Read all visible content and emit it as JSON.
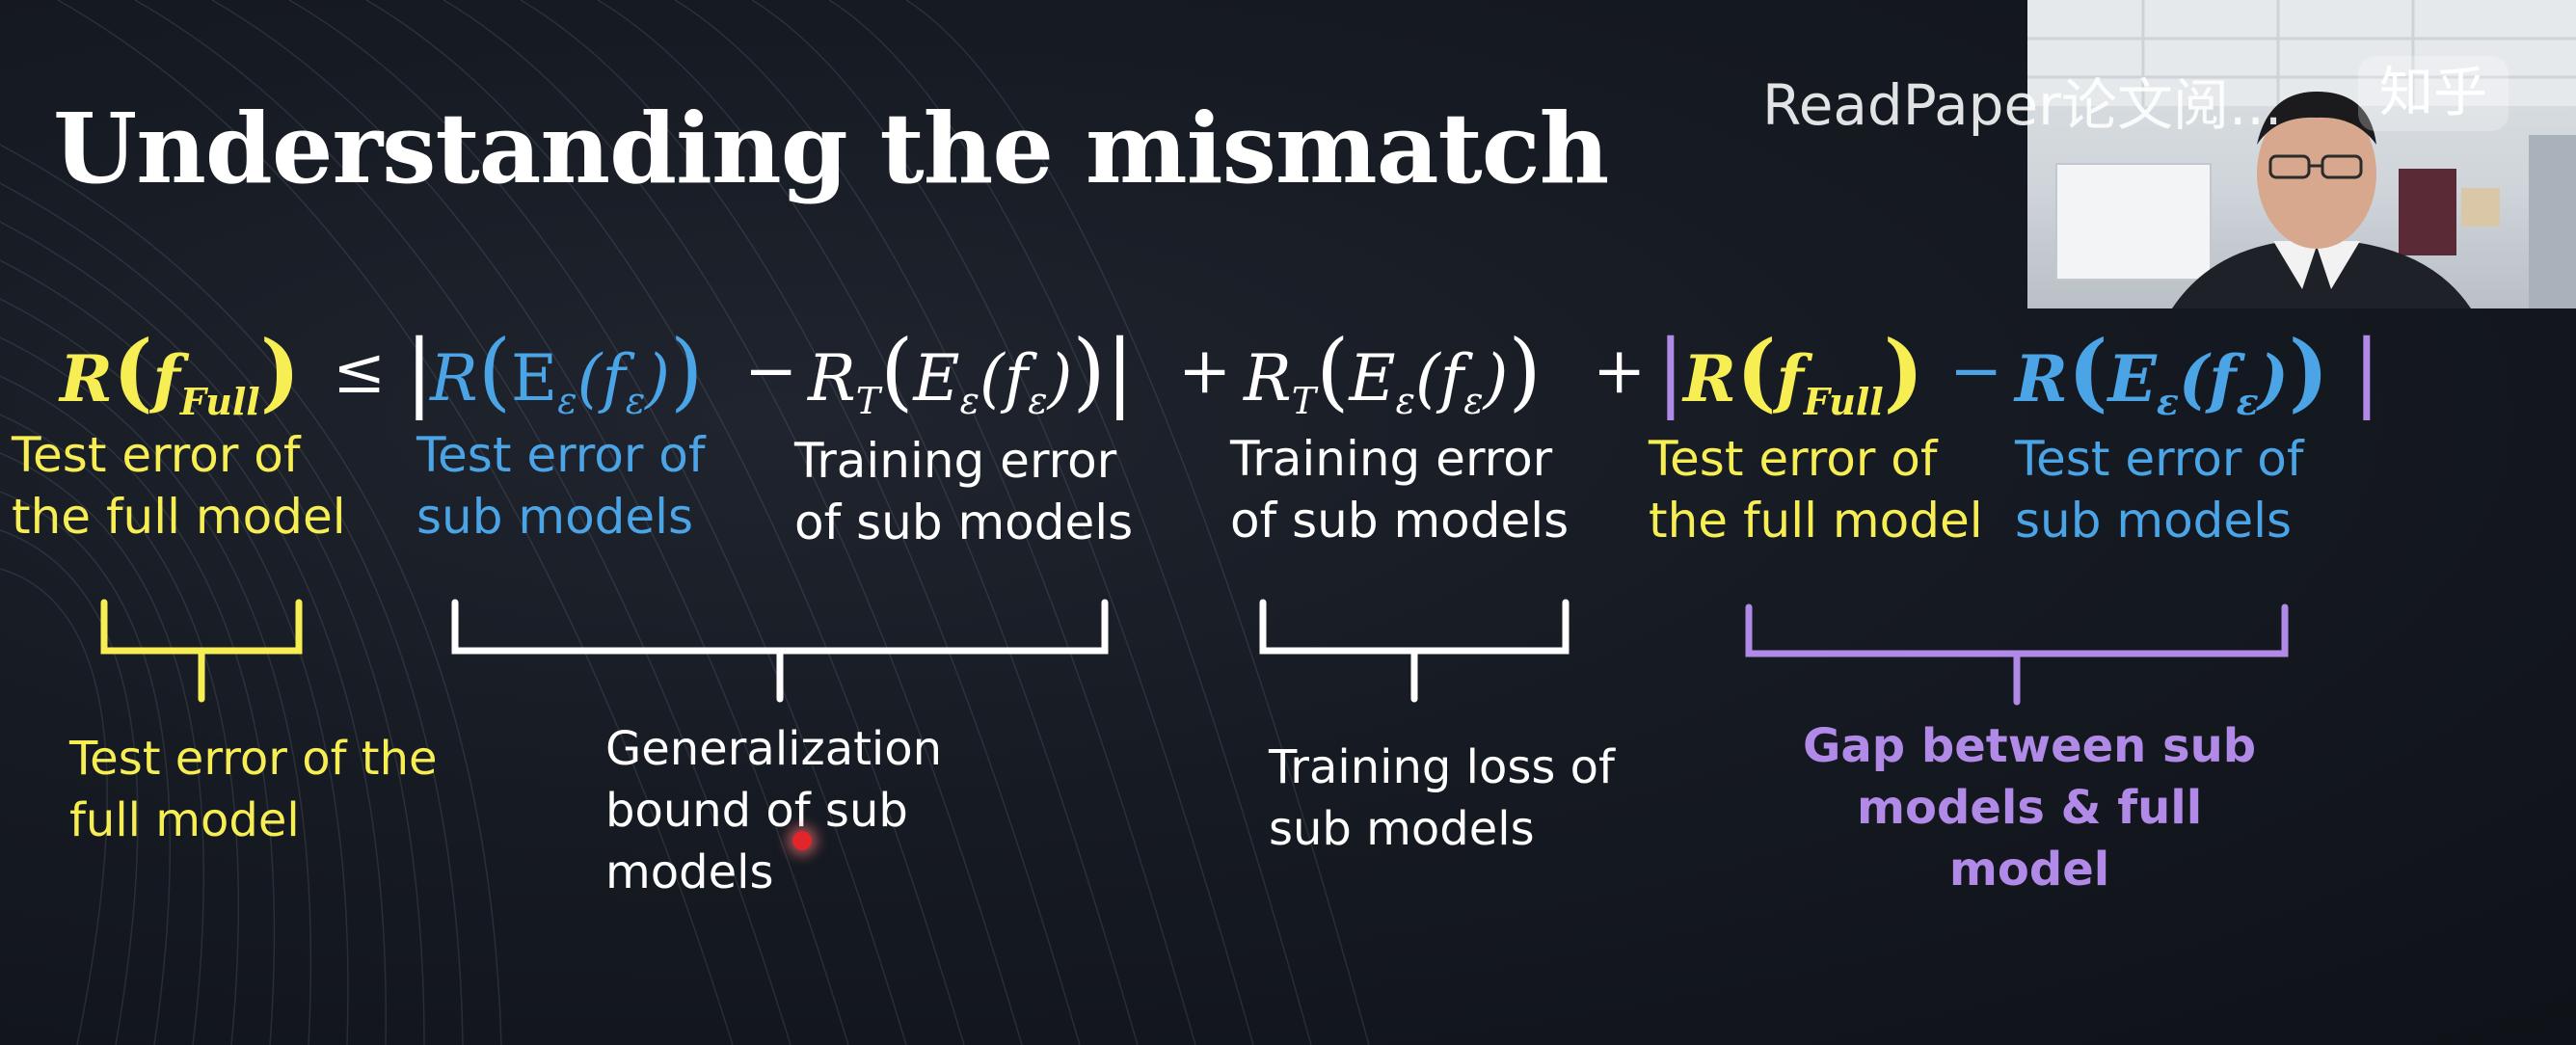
{
  "slide": {
    "title": "Understanding the mismatch",
    "equation": {
      "lhs_R": "R",
      "lhs_f": "f",
      "lhs_sub": "Full",
      "le": "≤",
      "t2_R": "R",
      "t2_E": "E",
      "t2_sub_eps": "ε",
      "t2_f": "f",
      "minus": "−",
      "t3_R": "R",
      "t3_sub": "T",
      "t3_E": "E",
      "plus": "+",
      "t5_R": "R",
      "t5_f": "f",
      "t5_sub": "Full"
    },
    "labels": {
      "test_error_full_l1": "Test error of",
      "test_error_full_l2": "the full model",
      "test_error_sub_l1": "Test error of",
      "test_error_sub_l2": "sub models",
      "training_error_sub_l1": "Training error",
      "training_error_sub_l2": "of sub models",
      "training_error_sub2_l1": "Training error",
      "training_error_sub2_l2": "of sub models",
      "test_error_full2_l1": "Test error of",
      "test_error_full2_l2": "the full model",
      "test_error_sub2_l1": "Test error of",
      "test_error_sub2_l2": "sub models"
    },
    "annotations": {
      "full_l1": "Test error of the",
      "full_l2": "full model",
      "gen_l1": "Generalization",
      "gen_l2": "bound of sub",
      "gen_l3": "models",
      "train_l1": "Training loss of",
      "train_l2": "sub models",
      "gap_l1": "Gap between sub",
      "gap_l2": "models & full",
      "gap_l3": "model"
    }
  },
  "watermark": {
    "text": "ReadPaper论文阅...",
    "badge": "知乎"
  },
  "colors": {
    "yellow": "#f6ee52",
    "blue": "#4aa4e6",
    "purple": "#b08ae6",
    "white": "#ffffff"
  }
}
